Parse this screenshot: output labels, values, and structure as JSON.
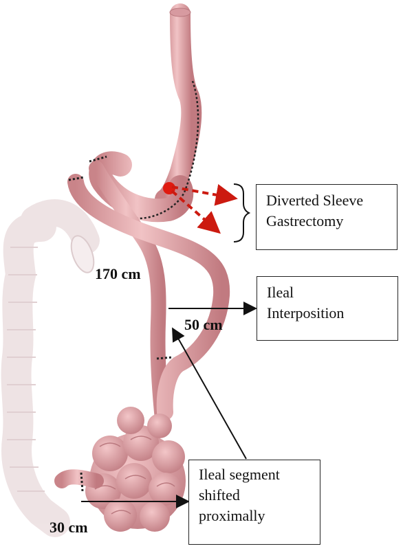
{
  "labels": {
    "diverted_sleeve": [
      "Diverted Sleeve",
      "Gastrectomy"
    ],
    "ileal_interposition": [
      "Ileal",
      "Interposition"
    ],
    "ileal_segment": [
      "Ileal segment",
      "shifted",
      "proximally"
    ]
  },
  "measurements": {
    "m170": "170 cm",
    "m50": "50 cm",
    "m30": "30 cm"
  },
  "colors": {
    "intestine": "#e3a4a8",
    "intestine_dark": "#b9787e",
    "colon": "#ecdfe0",
    "arrow_red": "#cc1a10",
    "line": "#111111"
  }
}
